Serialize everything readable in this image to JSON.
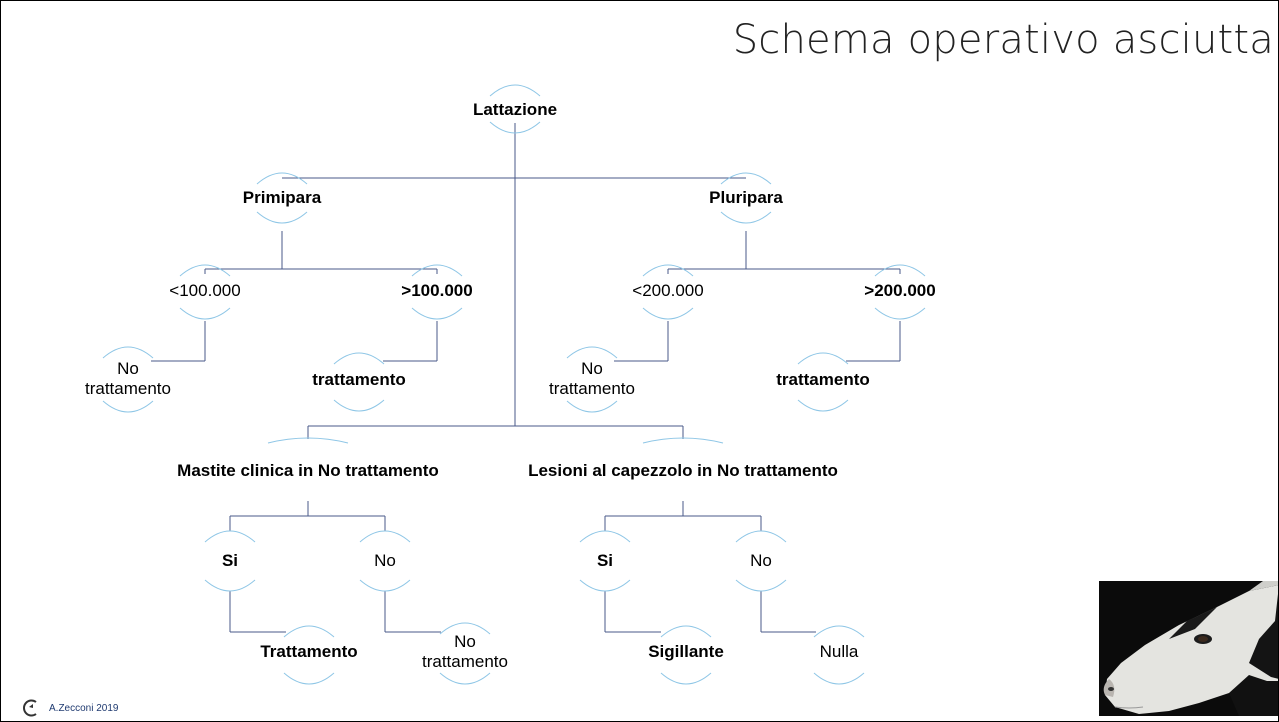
{
  "title": "Schema operativo asciutta",
  "footer": {
    "text": "A.Zecconi 2019",
    "logo_icon": "author-logo-icon"
  },
  "nodes": {
    "lattazione": "Lattazione",
    "primipara": "Primipara",
    "pluripara": "Pluripara",
    "primi_lt": "<100.000",
    "primi_gt": ">100.000",
    "primi_no_trattamento_1": "No",
    "primi_no_trattamento_2": "trattamento",
    "primi_trattamento": "trattamento",
    "pluri_lt": "<200.000",
    "pluri_gt": ">200.000",
    "pluri_no_trattamento_1": "No",
    "pluri_no_trattamento_2": "trattamento",
    "pluri_trattamento": "trattamento",
    "mastite": "Mastite clinica in No trattamento",
    "lesioni": "Lesioni al capezzolo in No trattamento",
    "mastite_si": "Si",
    "mastite_no": "No",
    "mastite_trattamento": "Trattamento",
    "mastite_no_trattamento_1": "No",
    "mastite_no_trattamento_2": "trattamento",
    "lesioni_si": "Si",
    "lesioni_no": "No",
    "lesioni_sigillante": "Sigillante",
    "lesioni_nulla": "Nulla"
  },
  "colors": {
    "connector": "#4a5a8a",
    "arc": "#8ec6e6",
    "text": "#000000",
    "title": "#222222",
    "footer": "#1f3a70"
  },
  "image": {
    "subject": "cow-head-photo"
  }
}
